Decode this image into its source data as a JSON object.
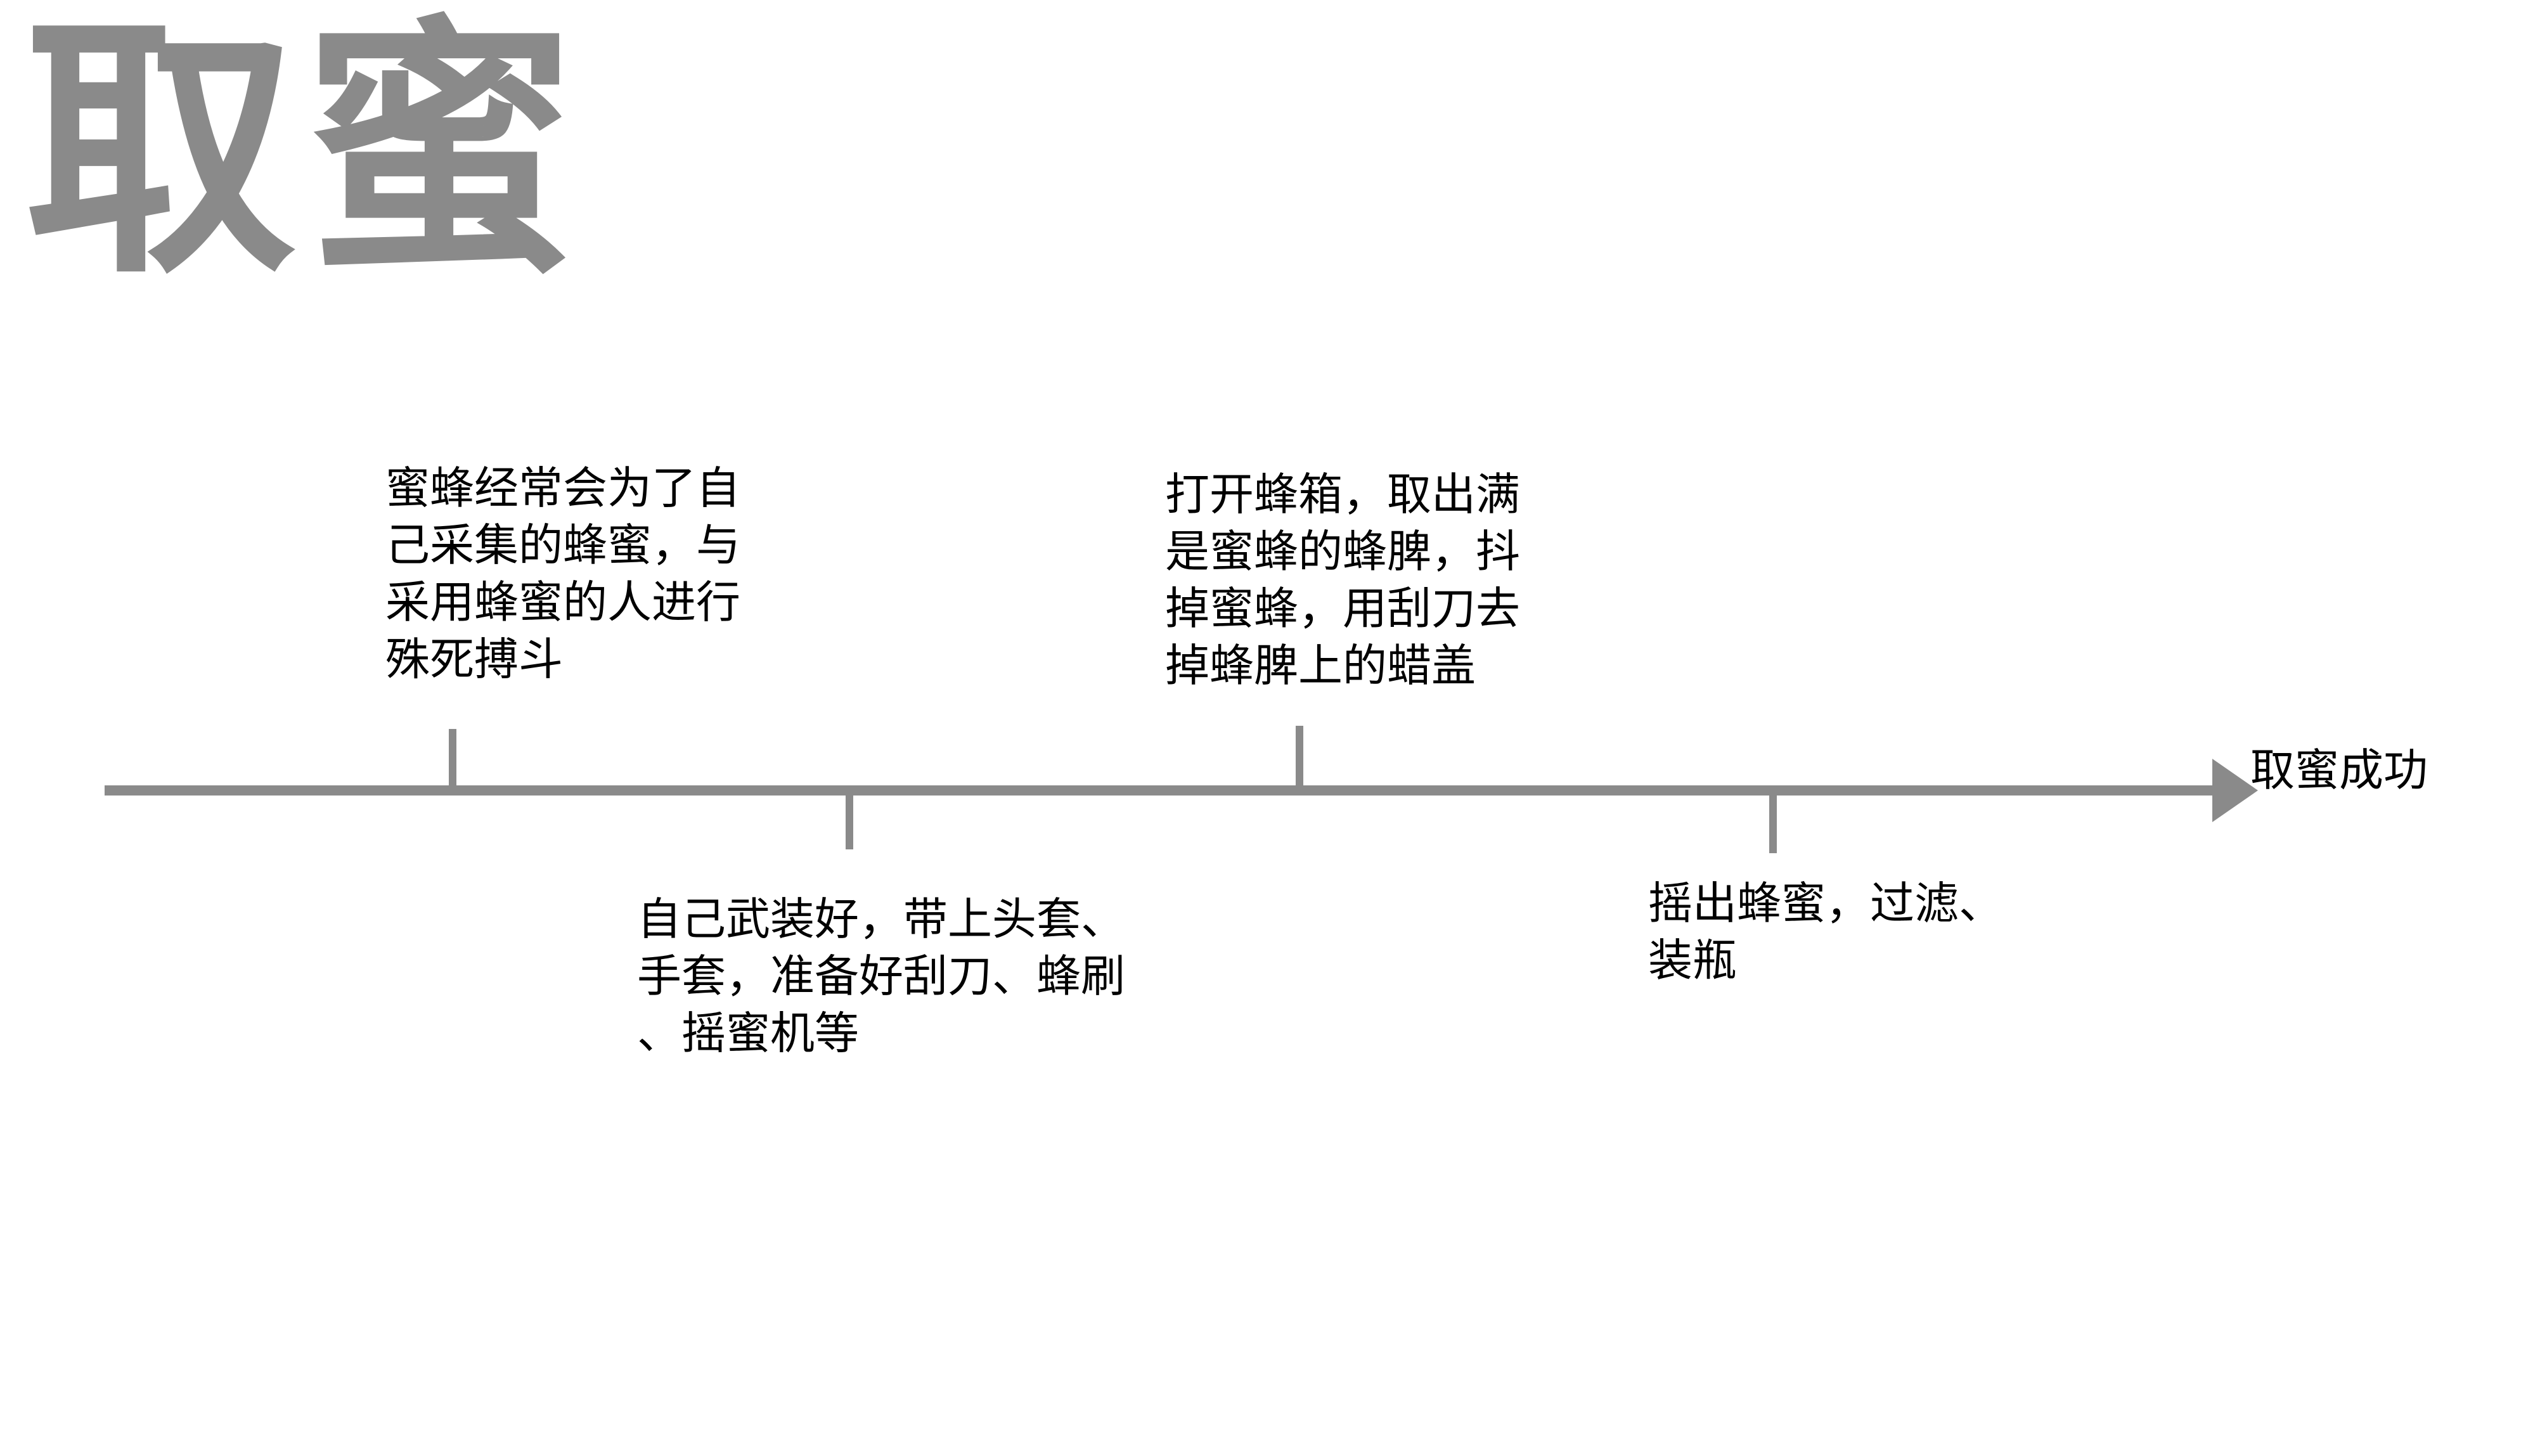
{
  "page": {
    "title": "取蜜"
  },
  "timeline": {
    "line_color": "#8a8a8a",
    "end_label": "取蜜成功",
    "steps": [
      {
        "lines": [
          "蜜蜂经常会为了自",
          "己采集的蜂蜜，与",
          "采用蜂蜜的人进行",
          "殊死搏斗"
        ]
      },
      {
        "lines": [
          "自己武装好，带上头套、",
          "手套，准备好刮刀、蜂刷",
          "、摇蜜机等"
        ]
      },
      {
        "lines": [
          "打开蜂箱，取出满",
          "是蜜蜂的蜂脾，抖",
          "掉蜜蜂，用刮刀去",
          "掉蜂脾上的蜡盖"
        ]
      },
      {
        "lines": [
          "摇出蜂蜜，过滤、",
          "装瓶"
        ]
      }
    ]
  }
}
